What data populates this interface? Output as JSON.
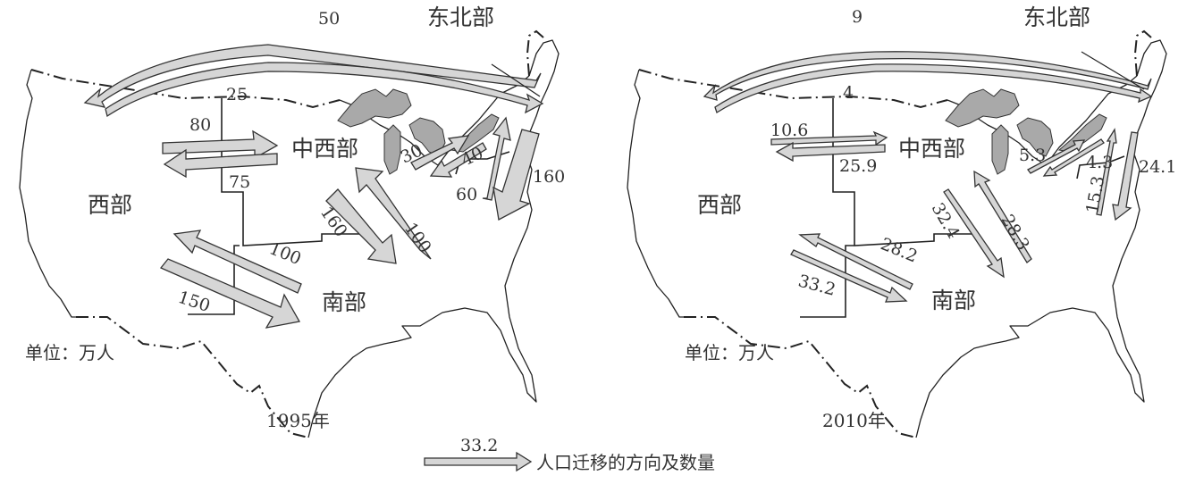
{
  "title": "美国人口迁移方向及数量（1995年与2010年）",
  "colors": {
    "arrow_fill": "#d6d6d6",
    "lake_fill": "#a9a9a9",
    "outline": "#222222"
  },
  "maps": [
    {
      "id": "map-1995",
      "year_label": "1995年",
      "unit_label": "单位：万人",
      "regions": {
        "west": "西部",
        "midwest": "中西部",
        "northeast": "东北部",
        "south": "南部"
      },
      "flows": [
        {
          "from": "西部",
          "to": "东北部",
          "value": "50"
        },
        {
          "from": "东北部",
          "to": "西部",
          "value": "25"
        },
        {
          "from": "西部",
          "to": "中西部",
          "value": "80"
        },
        {
          "from": "中西部",
          "to": "西部",
          "value": "75"
        },
        {
          "from": "中西部",
          "to": "东北部",
          "value": "30"
        },
        {
          "from": "东北部",
          "to": "中西部",
          "value": "40"
        },
        {
          "from": "南部",
          "to": "东北部",
          "value": "60"
        },
        {
          "from": "东北部",
          "to": "南部",
          "value": "160"
        },
        {
          "from": "中西部",
          "to": "南部",
          "value": "160"
        },
        {
          "from": "南部",
          "to": "中西部",
          "value": "100"
        },
        {
          "from": "南部",
          "to": "西部",
          "value": "100"
        },
        {
          "from": "西部",
          "to": "南部",
          "value": "150"
        }
      ]
    },
    {
      "id": "map-2010",
      "year_label": "2010年",
      "unit_label": "单位：万人",
      "regions": {
        "west": "西部",
        "midwest": "中西部",
        "northeast": "东北部",
        "south": "南部"
      },
      "flows": [
        {
          "from": "西部",
          "to": "东北部",
          "value": "9"
        },
        {
          "from": "东北部",
          "to": "西部",
          "value": "4"
        },
        {
          "from": "西部",
          "to": "中西部",
          "value": "10.6"
        },
        {
          "from": "中西部",
          "to": "西部",
          "value": "25.9"
        },
        {
          "from": "中西部",
          "to": "东北部",
          "value": "5.3"
        },
        {
          "from": "东北部",
          "to": "中西部",
          "value": "4.3"
        },
        {
          "from": "南部",
          "to": "东北部",
          "value": "15.3"
        },
        {
          "from": "东北部",
          "to": "南部",
          "value": "24.1"
        },
        {
          "from": "中西部",
          "to": "南部",
          "value": "32.4"
        },
        {
          "from": "南部",
          "to": "中西部",
          "value": "28.3"
        },
        {
          "from": "南部",
          "to": "西部",
          "value": "28.2"
        },
        {
          "from": "西部",
          "to": "南部",
          "value": "33.2"
        }
      ]
    }
  ],
  "legend": {
    "sample_value": "33.2",
    "label": "人口迁移的方向及数量"
  }
}
